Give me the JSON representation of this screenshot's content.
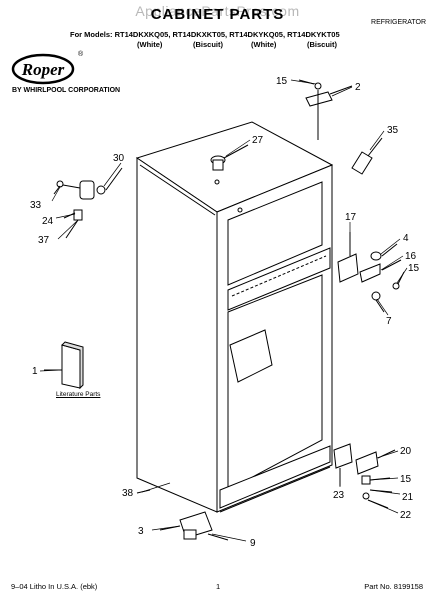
{
  "header": {
    "watermark": "AppliancePartsPros.com",
    "title": "CABINET PARTS",
    "category": "REFRIGERATOR",
    "models_line": "For Models: RT14DKXKQ05, RT14DKXKT05, RT14DKYKQ05, RT14DKYKT05",
    "colors": [
      "(White)",
      "(Biscuit)",
      "(White)",
      "(Biscuit)"
    ]
  },
  "brand": {
    "logo_text": "Roper",
    "registered_mark": "®",
    "corporation": "BY WHIRLPOOL CORPORATION"
  },
  "literature_label": "Literature Parts",
  "callouts": [
    "15",
    "2",
    "35",
    "27",
    "30",
    "33",
    "24",
    "37",
    "17",
    "4",
    "16",
    "15",
    "7",
    "1",
    "20",
    "15",
    "21",
    "22",
    "23",
    "38",
    "3",
    "9"
  ],
  "footer": {
    "left": "9–04 Litho In U.S.A. (ebk)",
    "center": "1",
    "right": "Part No. 8199158"
  },
  "colors_palette": {
    "ink": "#000000",
    "watermark": "#b8b8b8",
    "paper": "#ffffff"
  }
}
